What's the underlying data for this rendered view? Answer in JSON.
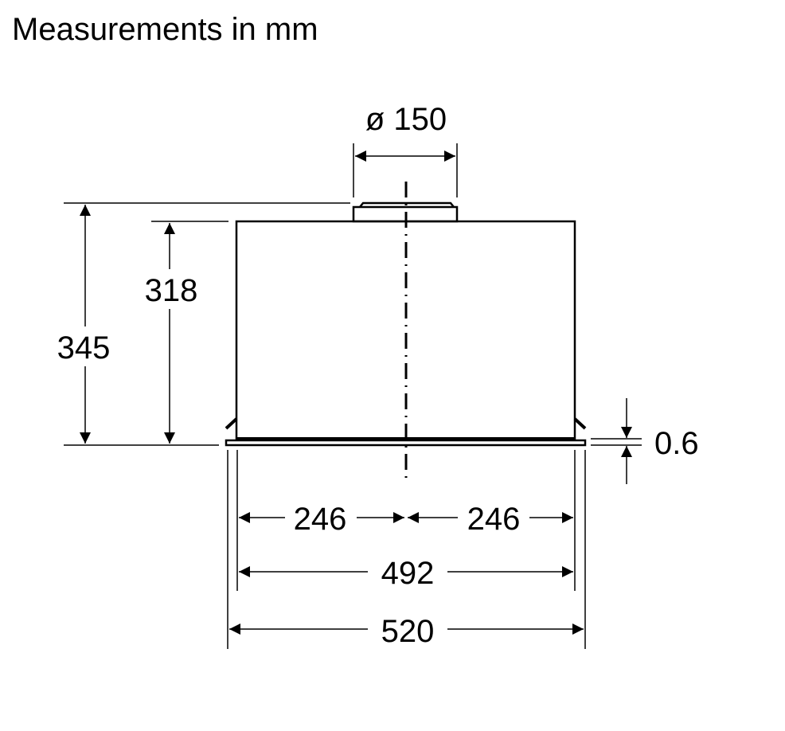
{
  "title": "Measurements in mm",
  "dimensions": {
    "outlet_diameter": "ø 150",
    "total_height": "345",
    "body_height": "318",
    "plate_thickness": "0.6",
    "half_width_left": "246",
    "half_width_right": "246",
    "body_width": "492",
    "plate_width": "520"
  }
}
